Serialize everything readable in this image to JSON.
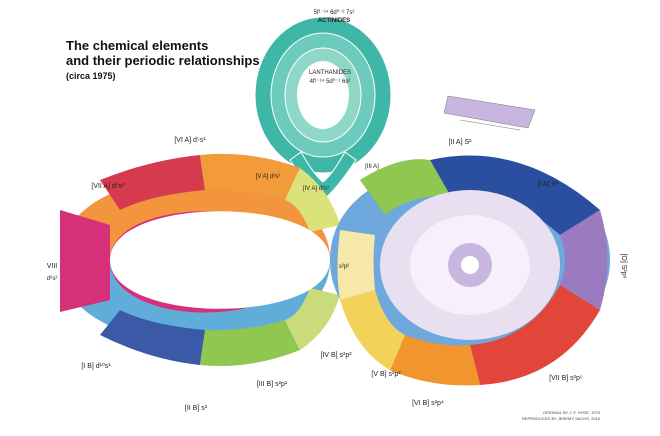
{
  "title": {
    "line1": "The chemical elements",
    "line2": "and their periodic relationships",
    "line3": "(circa 1975)"
  },
  "group_labels": {
    "actinides_config": "5f¹⁻¹⁴ 6d⁰⁻² 7s²",
    "actinides": "ACTINIDES",
    "lanthanides": "LANTHANIDES",
    "lanthanides_config": "4f¹⁻¹⁴ 5d⁰⁻¹ 6s²",
    "via": "[VI A] d⁵s¹",
    "va": "[V A] d³s²",
    "iva": "[IV A] d²s²",
    "iiia": "[III A]",
    "iia": "[II A] S²",
    "ia": "[I A] S¹",
    "viia": "[VII A] d⁵s²",
    "viii": "VIII",
    "ib": "[I B] d¹⁰s¹",
    "iib": "[II B] s²",
    "iiib": "[III B] s²p¹",
    "ivb": "[IV B] s²p²",
    "vb": "[V B] s²p³",
    "vib": "[VI B] s²p⁴",
    "viib": "[VII B] s²p⁵",
    "o": "[O] S²p⁶",
    "center": "s²p²",
    "viii_config": "d⁶s²"
  },
  "credits": {
    "line1": "ORIGINAL BY J. F. HYDE, 1975",
    "line2": "REPRODUCED BY JEREMY SACHS, 2016"
  },
  "colors": {
    "actinide_teal": "#3fb7a6",
    "via_orange": "#f39b3a",
    "viia_red": "#d63a4f",
    "viii_pink": "#d6307a",
    "ib_blue": "#3a5aa8",
    "iib_cyan": "#5ab4de",
    "iiib_green": "#8fc751",
    "ivb_lightgreen": "#c9db7a",
    "vb_yellow": "#f3d25a",
    "vib_orange": "#f2952f",
    "viib_red": "#e2463a",
    "o_purple": "#9b7bbf",
    "ia_blue": "#2b4fa0",
    "iia_lightblue": "#6fa8dc",
    "va_lime": "#dbe27a"
  }
}
